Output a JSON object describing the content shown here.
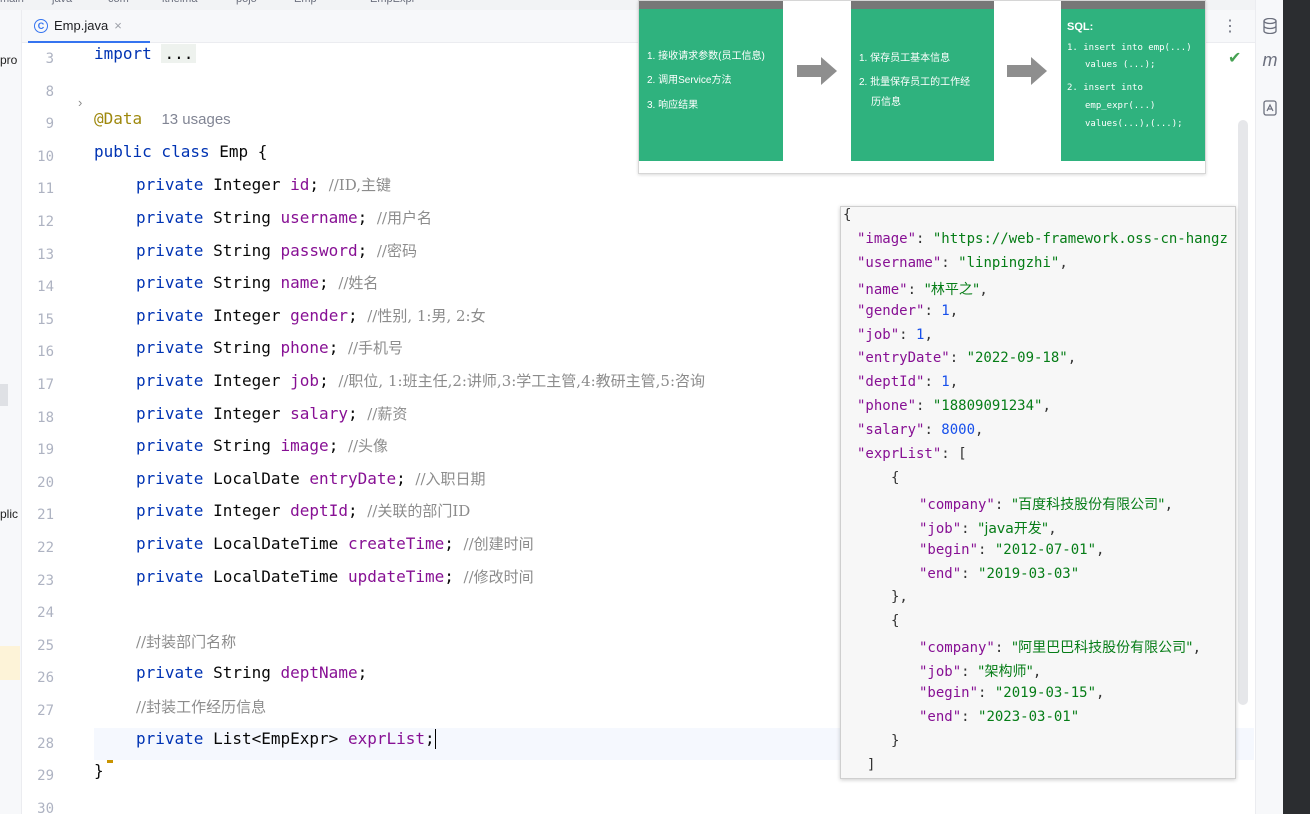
{
  "path_bar": {
    "segments": [
      "main",
      "java",
      "com",
      "itheima",
      "pojo",
      "Emp",
      "EmpExpr"
    ]
  },
  "tab": {
    "icon": "C",
    "label": "Emp.java",
    "close": "×"
  },
  "left_strip": {
    "fragments": [
      "pro",
      "plic"
    ]
  },
  "gutter": {
    "lines": [
      "3",
      "8",
      "9",
      "10",
      "11",
      "12",
      "13",
      "14",
      "15",
      "16",
      "17",
      "18",
      "19",
      "20",
      "21",
      "22",
      "23",
      "24",
      "25",
      "26",
      "27",
      "28",
      "29",
      "30"
    ]
  },
  "code": {
    "import_kw": "import",
    "import_fold": "...",
    "annotation": "@Data",
    "usages": "13 usages",
    "class_decl_kw": "public class",
    "class_name": "Emp {",
    "fields": [
      {
        "mod": "private",
        "type": "Integer",
        "name": "id",
        "comment": "//ID,主键"
      },
      {
        "mod": "private",
        "type": "String",
        "name": "username",
        "comment": "//用户名"
      },
      {
        "mod": "private",
        "type": "String",
        "name": "password",
        "comment": "//密码"
      },
      {
        "mod": "private",
        "type": "String",
        "name": "name",
        "comment": "//姓名"
      },
      {
        "mod": "private",
        "type": "Integer",
        "name": "gender",
        "comment": "//性别, 1:男, 2:女"
      },
      {
        "mod": "private",
        "type": "String",
        "name": "phone",
        "comment": "//手机号"
      },
      {
        "mod": "private",
        "type": "Integer",
        "name": "job",
        "comment": "//职位, 1:班主任,2:讲师,3:学工主管,4:教研主管,5:咨询"
      },
      {
        "mod": "private",
        "type": "Integer",
        "name": "salary",
        "comment": "//薪资"
      },
      {
        "mod": "private",
        "type": "String",
        "name": "image",
        "comment": "//头像"
      },
      {
        "mod": "private",
        "type": "LocalDate",
        "name": "entryDate",
        "comment": "//入职日期"
      },
      {
        "mod": "private",
        "type": "Integer",
        "name": "deptId",
        "comment": "//关联的部门ID"
      },
      {
        "mod": "private",
        "type": "LocalDateTime",
        "name": "createTime",
        "comment": "//创建时间"
      },
      {
        "mod": "private",
        "type": "LocalDateTime",
        "name": "updateTime",
        "comment": "//修改时间"
      }
    ],
    "comment_dept": "//封装部门名称",
    "dept_field": {
      "mod": "private",
      "type": "String",
      "name": "deptName"
    },
    "comment_expr": "//封装工作经历信息",
    "expr_field": {
      "mod": "private",
      "type": "List<EmpExpr>",
      "name": "exprList"
    },
    "close_brace": "}"
  },
  "flow": {
    "box1": [
      "1. 接收请求参数(员工信息)",
      "2. 调用Service方法",
      "3. 响应结果"
    ],
    "box2": [
      "1. 保存员工基本信息",
      "2. 批量保存员工的工作经",
      "历信息"
    ],
    "box3_title": "SQL:",
    "box3": [
      "1. insert into emp(...)",
      "values (...);",
      "2. insert into",
      "emp_expr(...)",
      "values(...),(...);"
    ]
  },
  "json_panel": {
    "open": "{",
    "image_key": "\"image\"",
    "image_val": "\"https://web-framework.oss-cn-hangz",
    "username_key": "\"username\"",
    "username_val": "\"linpingzhi\"",
    "name_key": "\"name\"",
    "name_val": "\"林平之\"",
    "gender_key": "\"gender\"",
    "gender_val": "1",
    "job_key": "\"job\"",
    "job_val": "1",
    "entry_key": "\"entryDate\"",
    "entry_val": "\"2022-09-18\"",
    "dept_key": "\"deptId\"",
    "dept_val": "1",
    "phone_key": "\"phone\"",
    "phone_val": "\"18809091234\"",
    "salary_key": "\"salary\"",
    "salary_val": "8000",
    "expr_key": "\"exprList\"",
    "expr_open": "[",
    "obj_open": "{",
    "obj_close": "},",
    "obj_close_last": "}",
    "exprs": [
      {
        "company": "\"百度科技股份有限公司\"",
        "job": "\"java开发\"",
        "begin": "\"2012-07-01\"",
        "end": "\"2019-03-03\""
      },
      {
        "company": "\"阿里巴巴科技股份有限公司\"",
        "job": "\"架构师\"",
        "begin": "\"2019-03-15\"",
        "end": "\"2023-03-01\""
      }
    ],
    "k_company": "\"company\"",
    "k_job": "\"job\"",
    "k_begin": "\"begin\"",
    "k_end": "\"end\"",
    "arr_close": "]"
  },
  "right_strip": {
    "icons": [
      "database-icon",
      "maven-icon",
      "notifications-icon"
    ],
    "maven_glyph": "m"
  },
  "status": {
    "check": "✔"
  }
}
